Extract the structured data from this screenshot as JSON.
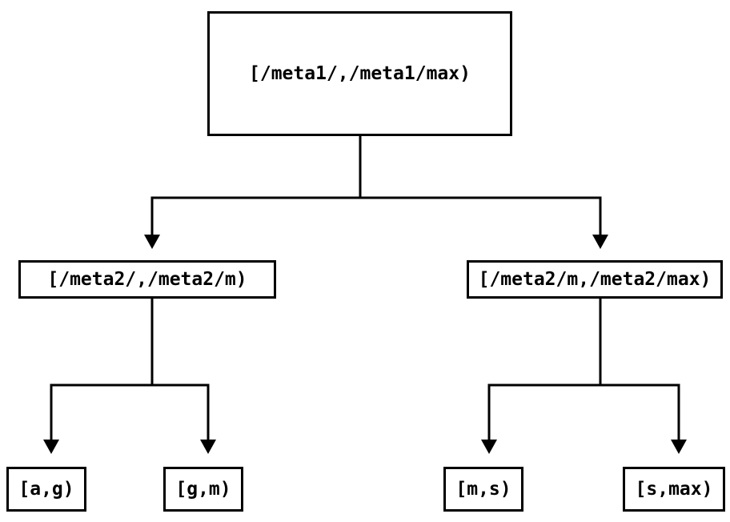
{
  "diagram": {
    "type": "tree",
    "background_color": "#ffffff",
    "line_color": "#000000",
    "box_border_color": "#000000",
    "text_color": "#000000",
    "nodes": [
      {
        "id": "root",
        "label": "[/meta1/,/meta1/max)"
      },
      {
        "id": "meta2-low",
        "label": "[/meta2/,/meta2/m)"
      },
      {
        "id": "meta2-high",
        "label": "[/meta2/m,/meta2/max)"
      },
      {
        "id": "leaf-ag",
        "label": "[a,g)"
      },
      {
        "id": "leaf-gm",
        "label": "[g,m)"
      },
      {
        "id": "leaf-ms",
        "label": "[m,s)"
      },
      {
        "id": "leaf-smax",
        "label": "[s,max)"
      }
    ],
    "edges": [
      {
        "from": "root",
        "to": "meta2-low"
      },
      {
        "from": "root",
        "to": "meta2-high"
      },
      {
        "from": "meta2-low",
        "to": "leaf-ag"
      },
      {
        "from": "meta2-low",
        "to": "leaf-gm"
      },
      {
        "from": "meta2-high",
        "to": "leaf-ms"
      },
      {
        "from": "meta2-high",
        "to": "leaf-smax"
      }
    ]
  }
}
